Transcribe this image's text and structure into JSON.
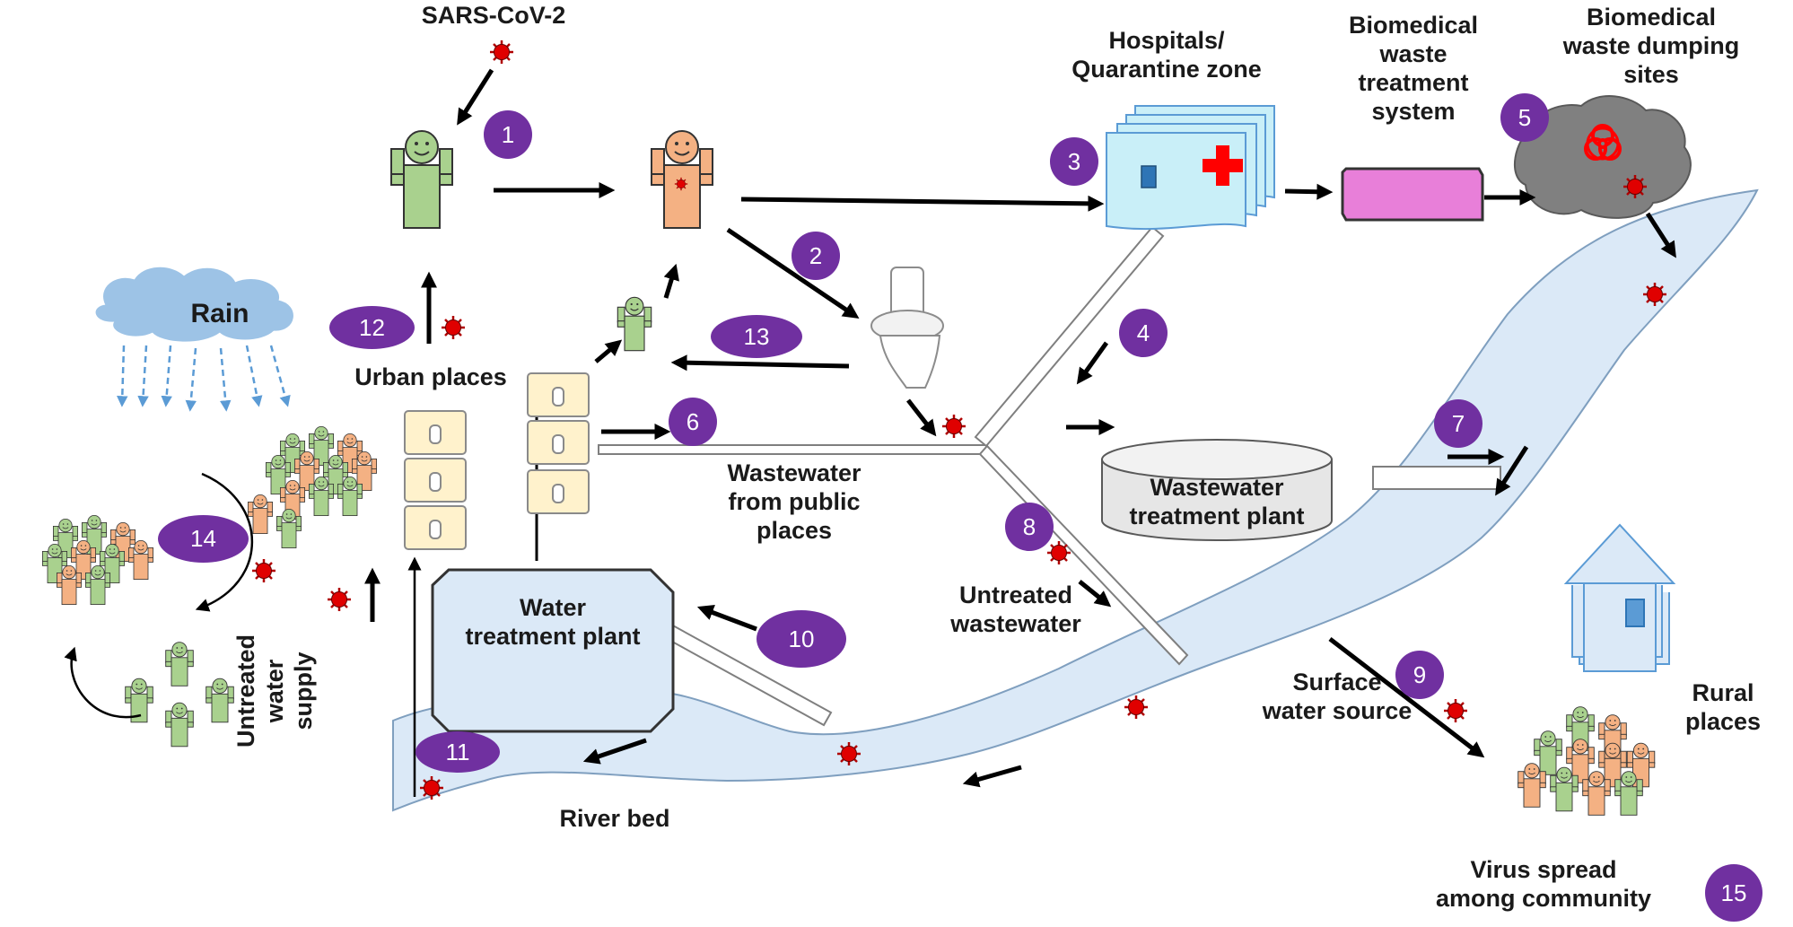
{
  "labels": {
    "virus": "SARS-CoV-2",
    "hospitals": "Hospitals/\nQuarantine zone",
    "bmw_treatment": "Biomedical\nwaste\ntreatment\nsystem",
    "bmw_dumping": "Biomedical\nwaste dumping\nsites",
    "rain": "Rain",
    "urban": "Urban places",
    "ww_public": "Wastewater\nfrom public\nplaces",
    "wwtp": "Wastewater\ntreatment plant",
    "untreated_ww": "Untreated\nwastewater",
    "wtp": "Water\ntreatment plant",
    "untreated_supply": "Untreated\nwater\nsupply",
    "river_bed": "River bed",
    "surface_water": "Surface\nwater source",
    "rural": "Rural\nplaces",
    "virus_spread": "Virus spread\namong community"
  },
  "steps": [
    "1",
    "2",
    "3",
    "4",
    "5",
    "6",
    "7",
    "8",
    "9",
    "10",
    "11",
    "12",
    "13",
    "14",
    "15"
  ],
  "colors": {
    "step_badge": "#7030a0",
    "healthy_person": "#a9d18e",
    "infected_person": "#f4b183",
    "virus": "#e00000",
    "water": "#dbe9f7",
    "hospital": "#c9eff8",
    "treatment_box": "#e87fd9",
    "building": "#fff2cc",
    "dump_site": "#808080",
    "rain_cloud": "#9dc3e6"
  },
  "icons": [
    "virus-icon",
    "person-icon",
    "toilet-icon",
    "biohazard-icon",
    "hospital-cross-icon",
    "house-icon",
    "rain-cloud-icon"
  ]
}
